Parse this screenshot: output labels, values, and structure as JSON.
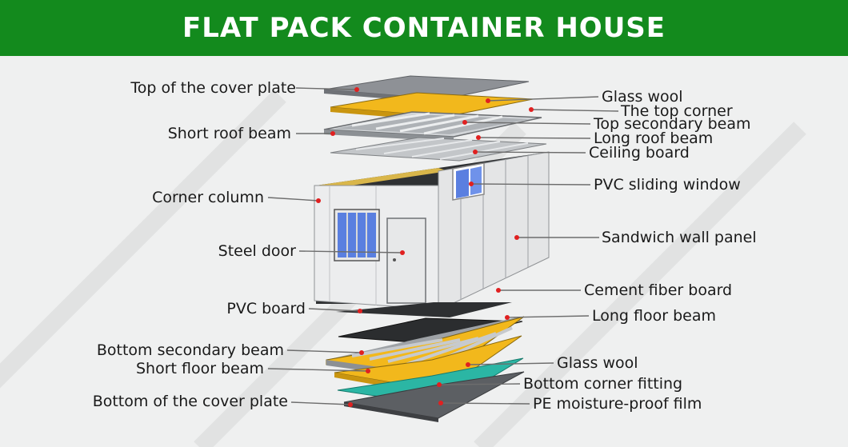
{
  "header": {
    "title": "FLAT PACK CONTAINER HOUSE"
  },
  "colors": {
    "header_bg": "#138a1d",
    "insulation": "#f2b81c",
    "steel": "#b9bcc0",
    "panel": "#e9eaeb",
    "film": "#2bb6a4",
    "dot": "#e02020",
    "leader": "#6d6d6d"
  },
  "labels_left": [
    "Top of the cover plate",
    "Short roof beam",
    "Corner column",
    "Steel door",
    "PVC board",
    "Bottom secondary beam",
    "Short floor beam",
    "Bottom of the cover plate"
  ],
  "labels_right": [
    "Glass wool",
    "The top corner",
    "Top secondary beam",
    "Long roof beam",
    "Ceiling board",
    "PVC sliding window",
    "Sandwich wall panel",
    "Cement fiber board",
    "Long floor beam",
    "Glass wool",
    "Bottom corner fitting",
    "PE moisture-proof film"
  ]
}
